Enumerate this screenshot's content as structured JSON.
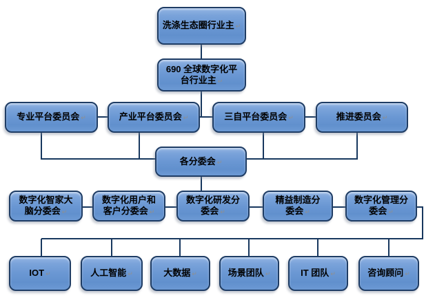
{
  "diagram": {
    "type": "org-chart",
    "background": "#FFFFFF",
    "return_mark": "↵",
    "colors": {
      "node_fill": "#6A97D3",
      "node_border": "#1E3C64",
      "connector": "#17375E",
      "text": "#000000"
    },
    "nodes": {
      "root": {
        "label": "洗涤生态圈行业主",
        "lines": [
          "洗涤生态圈行业主"
        ]
      },
      "owner": {
        "label": "690 全球数字化平台行业主",
        "lines": [
          "690 全球数字化平",
          "台行业主"
        ]
      },
      "c1": {
        "label": "专业平台委员会",
        "lines": [
          "专业平台委员会"
        ]
      },
      "c2": {
        "label": "产业平台委员会",
        "lines": [
          "产业平台委员会"
        ]
      },
      "c3": {
        "label": "三自平台委员会",
        "lines": [
          "三自平台委员会"
        ]
      },
      "c4": {
        "label": "推进委员会",
        "lines": [
          "推进委员会"
        ]
      },
      "sub": {
        "label": "各分委会",
        "lines": [
          "各分委会"
        ]
      },
      "d1": {
        "label": "数字化智家大脑分委会",
        "lines": [
          "数字化智家大",
          "脑分委会"
        ]
      },
      "d2": {
        "label": "数字化用户和客户分委会",
        "lines": [
          "数字化用户和",
          "客户分委会"
        ]
      },
      "d3": {
        "label": "数字化研发分委会",
        "lines": [
          "数字化研发分",
          "委会"
        ]
      },
      "d4": {
        "label": "精益制造分委会",
        "lines": [
          "精益制造分",
          "委会"
        ]
      },
      "d5": {
        "label": "数字化管理分委会",
        "lines": [
          "数字化管理分",
          "委会"
        ]
      },
      "t1": {
        "label": "IOT",
        "lines": [
          "IOT"
        ]
      },
      "t2": {
        "label": "人工智能",
        "lines": [
          "人工智能"
        ]
      },
      "t3": {
        "label": "大数据",
        "lines": [
          "大数据"
        ]
      },
      "t4": {
        "label": "场景团队",
        "lines": [
          "场景团队"
        ]
      },
      "t5": {
        "label": "IT 团队",
        "lines": [
          "IT 团队"
        ]
      },
      "t6": {
        "label": "咨询顾问",
        "lines": [
          "咨询顾问"
        ]
      }
    },
    "edges": [
      [
        "root",
        "owner"
      ],
      [
        "owner",
        "c2-c3-link"
      ],
      [
        "c1",
        "c2"
      ],
      [
        "c2",
        "c3"
      ],
      [
        "c3",
        "c4"
      ],
      [
        "c1",
        "sub"
      ],
      [
        "c2",
        "sub"
      ],
      [
        "c3",
        "sub"
      ],
      [
        "c4",
        "sub"
      ],
      [
        "sub",
        "d3"
      ],
      [
        "d1",
        "d2"
      ],
      [
        "d2",
        "d3"
      ],
      [
        "d3",
        "d4"
      ],
      [
        "d4",
        "d5"
      ],
      [
        "d5",
        "teams-bus"
      ],
      [
        "teams-bus",
        "t1"
      ],
      [
        "teams-bus",
        "t2"
      ],
      [
        "teams-bus",
        "t3"
      ],
      [
        "teams-bus",
        "t4"
      ],
      [
        "teams-bus",
        "t5"
      ],
      [
        "teams-bus",
        "t6"
      ]
    ]
  }
}
